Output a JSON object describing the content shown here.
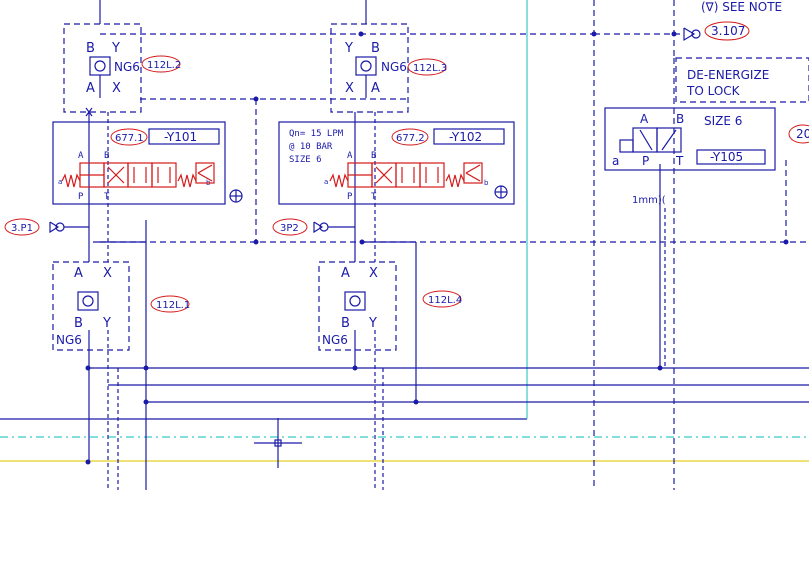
{
  "notes": {
    "see_note": "(∇) SEE NOTE",
    "ref_3107": "3.107",
    "de_energize_1": "DE-ENERGIZE",
    "de_energize_2": "TO LOCK",
    "size6": "SIZE 6",
    "mm": "1mm)(",
    "qn_1": "Qn= 15 LPM",
    "qn_2": "@ 10 BAR",
    "qn_3": "SIZE 6",
    "edge_20": "20"
  },
  "valves": {
    "v1": {
      "ng": "NG6",
      "tag": "112L.2",
      "b": "B",
      "y": "Y",
      "a": "A",
      "x": "X"
    },
    "v2": {
      "ng": "NG6",
      "tag": "112L.3",
      "b": "B",
      "y": "Y",
      "a": "A",
      "x": "X"
    },
    "v3": {
      "ng": "NG6",
      "tag": "112L.1",
      "b": "B",
      "y": "Y",
      "a": "A",
      "x": "X"
    },
    "v4": {
      "ng": "NG6",
      "tag": "112L.4",
      "b": "B",
      "y": "Y",
      "a": "A",
      "x": "X"
    }
  },
  "solenoids": {
    "s1": {
      "ref": "677.1",
      "name": "-Y101",
      "a": "A",
      "b": "B",
      "p": "P",
      "t": "T",
      "sa": "a",
      "sb": "b"
    },
    "s2": {
      "ref": "677.2",
      "name": "-Y102",
      "a": "A",
      "b": "B",
      "p": "P",
      "t": "T",
      "sa": "a",
      "sb": "b"
    },
    "s3": {
      "name": "-Y105",
      "a": "A",
      "b": "B",
      "p": "P",
      "t": "T",
      "sa": "a"
    }
  },
  "ports": {
    "p1": "3.P1",
    "p2": "3P2"
  },
  "colors": {
    "line": "#1a1aa8",
    "symbol": "#d41a1a",
    "cyan": "#3cc9c9",
    "yellow": "#e8d84a"
  }
}
